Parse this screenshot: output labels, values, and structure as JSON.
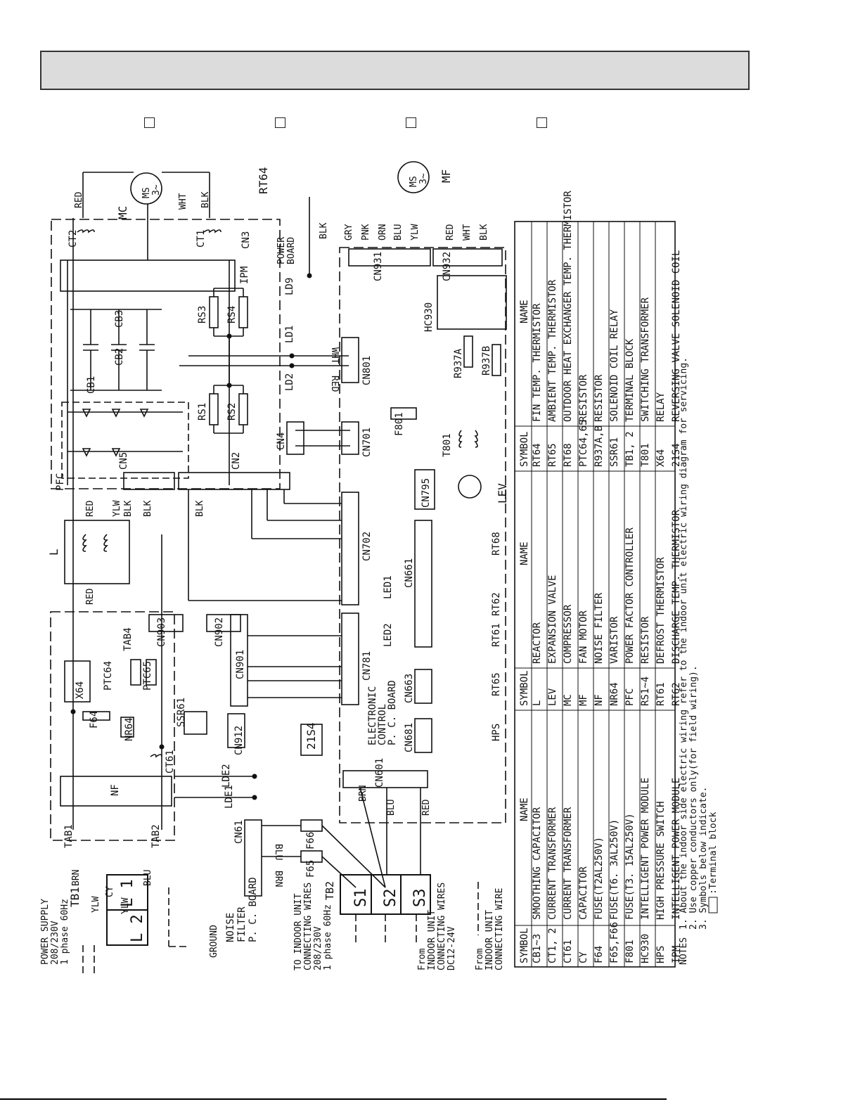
{
  "header": {
    "band_color": "#dcdcdc"
  },
  "checkboxes": [
    {
      "id": 1
    },
    {
      "id": 2
    },
    {
      "id": 3
    },
    {
      "id": 4
    }
  ],
  "power": {
    "supply_lines": [
      "POWER SUPPLY",
      "208/230V",
      "1 phase 60Hz"
    ],
    "tb1": "TB1",
    "l1": "L 1",
    "l2": "L 2",
    "ground": "GROUND",
    "nf_board": [
      "NOISE",
      "FILTER",
      "P. C. BOARD"
    ]
  },
  "indoor": {
    "connecting_lines": [
      "TO INDOOR UNIT",
      "CONNECTING WIRES",
      "208/230V",
      "1 phase 60Hz"
    ],
    "tb2": "TB2",
    "s1": "S1",
    "s2": "S2",
    "s3": "S3",
    "from_lines": [
      "From",
      "INDOOR UNIT",
      "CONNECTING WIRES",
      "DC12-24V"
    ],
    "from_ground_lines": [
      "From",
      "INDOOR UNIT",
      "CONNECTING WIRE"
    ]
  },
  "components": {
    "nf": "NF",
    "ct61": "CT61",
    "f64": "F64",
    "nr64": "NR64",
    "x64": "X64",
    "ptc64": "PTC64",
    "ptc65": "PTC65",
    "tab1": "TAB1",
    "tab2": "TAB2",
    "tab4": "TAB4",
    "ssr61": "SSR61",
    "cn912": "CN912",
    "cn901": "CN901",
    "cn903": "CN903",
    "cn902": "CN902",
    "s21s4": "21S4",
    "cn61": "CN61",
    "f65": "F65",
    "f66": "F66",
    "lde1": "LDE1",
    "lde2": "LDE2",
    "cy": "CY",
    "reactor": "L",
    "pfc": "PFC",
    "cn5": "CN5",
    "cn2": "CN2",
    "cn4": "CN4",
    "cb1": "CB1",
    "cb2": "CB2",
    "cb3": "CB3",
    "rs1": "RS1",
    "rs2": "RS2",
    "rs3": "RS3",
    "rs4": "RS4",
    "ipm": "IPM",
    "ct1": "CT1",
    "ct2": "CT2",
    "cn3": "CN3",
    "power_board": [
      "POWER",
      "BOARD"
    ],
    "rt64": "RT64",
    "mc": "MC",
    "ms": "MS",
    "ms_phase": "3~",
    "mf": "MF",
    "ld1": "LD1",
    "ld2": "LD2",
    "ld9": "LD9",
    "ecb": [
      "ELECTRONIC",
      "CONTROL",
      "P. C. BOARD"
    ],
    "cn601": "CN601",
    "cn681": "CN681",
    "cn663": "CN663",
    "cn661": "CN661",
    "cn781": "CN781",
    "cn702": "CN702",
    "cn701": "CN701",
    "cn801": "CN801",
    "cn795": "CN795",
    "cn931": "CN931",
    "cn932": "CN932",
    "hc930": "HC930",
    "r937a": "R937A",
    "r937b": "R937B",
    "f801": "F801",
    "t801": "T801",
    "hps": "HPS",
    "rt65": "RT65",
    "rt61": "RT61",
    "rt62": "RT62",
    "rt68": "RT68",
    "led1": "LED1",
    "led2": "LED2",
    "lev": "LEV"
  },
  "wire_colors": {
    "red": "RED",
    "ylw": "YLW",
    "blk": "BLK",
    "wht": "WHT",
    "blu": "BLU",
    "brn": "BRN",
    "gry": "GRY",
    "pnk": "PNK",
    "orn": "ORN"
  },
  "legend": {
    "col1_header": [
      "SYMBOL",
      "NAME"
    ],
    "col1": [
      [
        "CB1~3",
        "SMOOTHING CAPACITOR"
      ],
      [
        "CT1, 2",
        "CURRENT TRANSFORMER"
      ],
      [
        "CT61",
        "CURRENT TRANSFORMER"
      ],
      [
        "CY",
        "CAPACITOR"
      ],
      [
        "F64",
        "FUSE(T2AL250V)"
      ],
      [
        "F65,F66",
        "FUSE(T6. 3AL250V)"
      ],
      [
        "F801",
        "FUSE(T3. 15AL250V)"
      ],
      [
        "HC930",
        "INTELLIGENT POWER MODULE"
      ],
      [
        "HPS",
        "HIGH PRESSURE SWITCH"
      ],
      [
        "IPM",
        "INTELLIGENT POWER MODULE"
      ]
    ],
    "col2_header": [
      "SYMBOL",
      "NAME"
    ],
    "col2": [
      [
        "L",
        "REACTOR"
      ],
      [
        "LEV",
        "EXPANSION VALVE"
      ],
      [
        "MC",
        "COMPRESSOR"
      ],
      [
        "MF",
        "FAN MOTOR"
      ],
      [
        "NF",
        "NOISE FILTER"
      ],
      [
        "NR64",
        "VARISTOR"
      ],
      [
        "PFC",
        "POWER FACTOR CONTROLLER"
      ],
      [
        "RS1~4",
        "RESISTOR"
      ],
      [
        "RT61",
        "DEFROST THERMISTOR"
      ],
      [
        "RT62",
        "DISCHARGE TEMP. THERMISTOR"
      ]
    ],
    "col3_header": [
      "SYMBOL",
      "NAME"
    ],
    "col3": [
      [
        "RT64",
        "FIN TEMP. THERMISTOR"
      ],
      [
        "RT65",
        "AMBIENT TEMP. THERMISTOR"
      ],
      [
        "RT68",
        "OUTDOOR HEAT EXCHANGER TEMP. THERMISTOR"
      ],
      [
        "PTC64,65",
        "RESISTOR"
      ],
      [
        "R937A,B",
        "RESISTOR"
      ],
      [
        "SSR61",
        "SOLENOID COIL RELAY"
      ],
      [
        "TB1, 2",
        "TERMINAL BLOCK"
      ],
      [
        "T801",
        "SWITCHING TRANSFORMER"
      ],
      [
        "X64",
        "RELAY"
      ],
      [
        "21S4",
        "REVERSING VALVE SOLENOID COIL"
      ]
    ]
  },
  "notes": {
    "title": "NOTES",
    "lines": [
      "1. About the indoor side electric wiring refer to the indoor unit electric wiring diagram for servicing.",
      "2. Use copper conductors only(for field wiring).",
      "3. Symbols below indicate."
    ],
    "terminal": ":Terminal block"
  }
}
